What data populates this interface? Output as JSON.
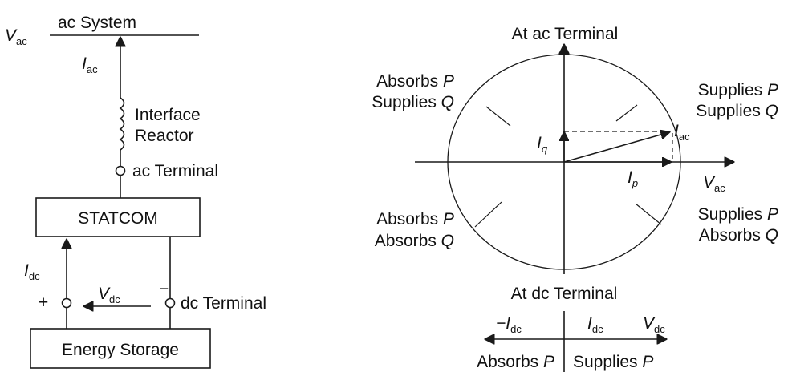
{
  "left": {
    "v_ac": "V",
    "v_ac_sub": "ac",
    "ac_system": "ac System",
    "i_ac": "I",
    "i_ac_sub": "ac",
    "interface": "Interface",
    "reactor": "Reactor",
    "ac_terminal": "ac Terminal",
    "statcom": "STATCOM",
    "i_dc": "I",
    "i_dc_sub": "dc",
    "plus": "+",
    "minus": "−",
    "v_dc": "V",
    "v_dc_sub": "dc",
    "dc_terminal": "dc Terminal",
    "energy_storage": "Energy Storage"
  },
  "right": {
    "top_label": "At ac Terminal",
    "q2_line1": "Absorbs ",
    "q2_line2": "Supplies ",
    "q1_line1": "Supplies ",
    "q1_line2": "Supplies ",
    "q3_line1": "Absorbs ",
    "q3_line2": "Absorbs ",
    "q4_line1": "Supplies ",
    "q4_line2": "Absorbs ",
    "P": "P",
    "Q": "Q",
    "i_q": "I",
    "i_q_sub": "q",
    "i_p": "I",
    "i_p_sub": "p",
    "i_ac": "I",
    "i_ac_sub": "ac",
    "v_ac": "V",
    "v_ac_sub": "ac",
    "bottom_label": "At dc Terminal",
    "neg_i_dc": "−I",
    "neg_i_dc_sub": "dc",
    "i_dc": "I",
    "i_dc_sub": "dc",
    "v_dc": "V",
    "v_dc_sub": "dc",
    "absorbs_p": "Absorbs ",
    "supplies_p": "Supplies "
  }
}
